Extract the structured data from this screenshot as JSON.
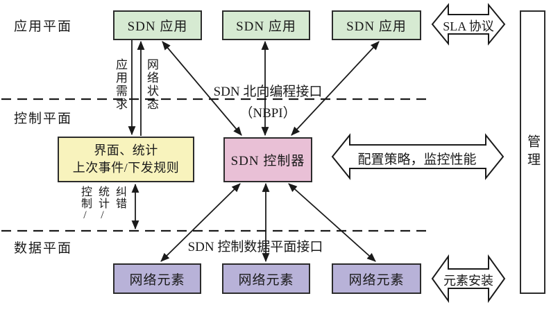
{
  "diagram": {
    "title_hint": "SDN architecture planes diagram",
    "planes": [
      {
        "label": "应用平面"
      },
      {
        "label": "控制平面"
      },
      {
        "label": "数据平面"
      }
    ],
    "app_boxes": [
      {
        "label": "SDN 应用"
      },
      {
        "label": "SDN 应用"
      },
      {
        "label": "SDN 应用"
      }
    ],
    "controller": {
      "label": "SDN 控制器"
    },
    "stats_box": {
      "line1": "界面、统计",
      "line2": "上次事件/下发规则"
    },
    "network_elements": [
      {
        "label": "网络元素"
      },
      {
        "label": "网络元素"
      },
      {
        "label": "网络元素"
      }
    ],
    "management": {
      "label": "管理"
    },
    "edge_labels": {
      "app_demand": "应用需求",
      "network_status": "网络状态",
      "control_stat_correct": "控制/统计/纠错",
      "nbpi_line1": "SDN 北向编程接口",
      "nbpi_line2": "（NBPI）",
      "sdpi": "SDN 控制数据平面接口"
    },
    "management_arrows": [
      {
        "label": "SLA 协议"
      },
      {
        "label": "配置策略，监控性能"
      },
      {
        "label": "元素安装"
      }
    ],
    "colors": {
      "app_box": "#d6ead2",
      "controller_box": "#e9c0d6",
      "stats_box": "#f8f3bd",
      "element_box": "#b8b2d8",
      "line": "#1a1a1a",
      "background": "#ffffff"
    }
  }
}
